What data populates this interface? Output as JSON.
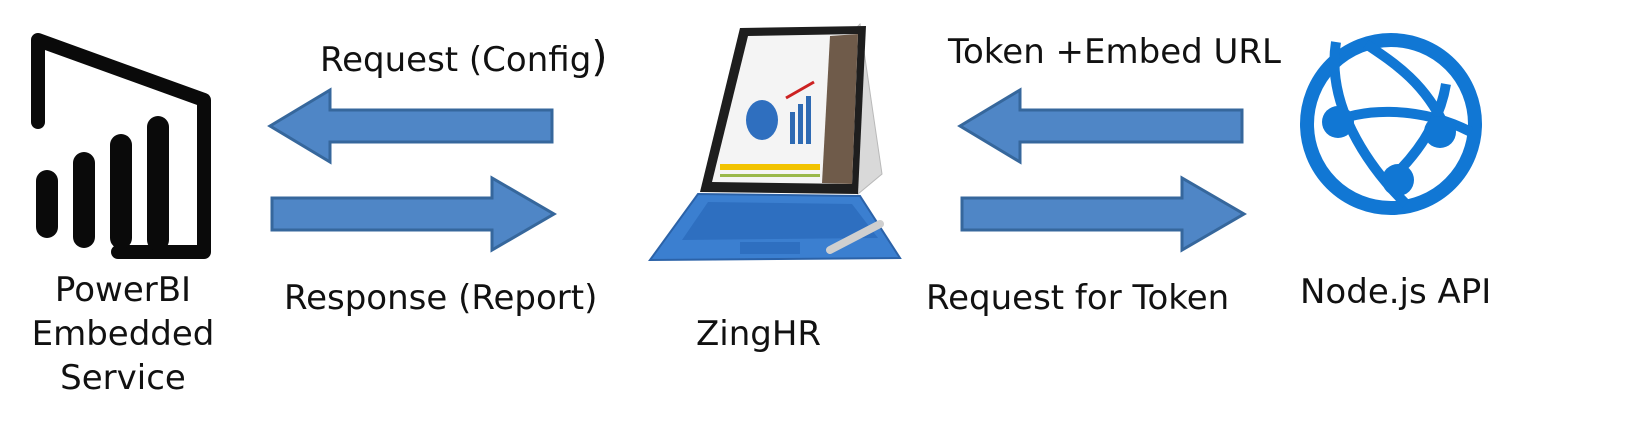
{
  "nodes": {
    "powerbi": {
      "label_lines": [
        "PowerBI",
        "Embedded",
        "Service"
      ],
      "icon": "powerbi-logo-icon"
    },
    "app": {
      "label": "ZingHR",
      "icon": "surface-laptop-icon"
    },
    "api": {
      "label": "Node.js API",
      "icon": "globe-network-icon"
    }
  },
  "arrows": {
    "request_config": {
      "label": "Request (Config",
      "paren": ")",
      "direction": "left"
    },
    "response_report": {
      "label": "Response (Report)",
      "direction": "right"
    },
    "token_embed": {
      "label": "Token +Embed URL",
      "direction": "left"
    },
    "request_token": {
      "label": "Request for Token",
      "direction": "right"
    }
  },
  "colors": {
    "arrow_fill": "#4f86c6",
    "arrow_stroke": "#36679c",
    "globe_blue": "#1177d4",
    "logo_black": "#0a0a0a",
    "keyboard_blue": "#3b7fd0"
  }
}
